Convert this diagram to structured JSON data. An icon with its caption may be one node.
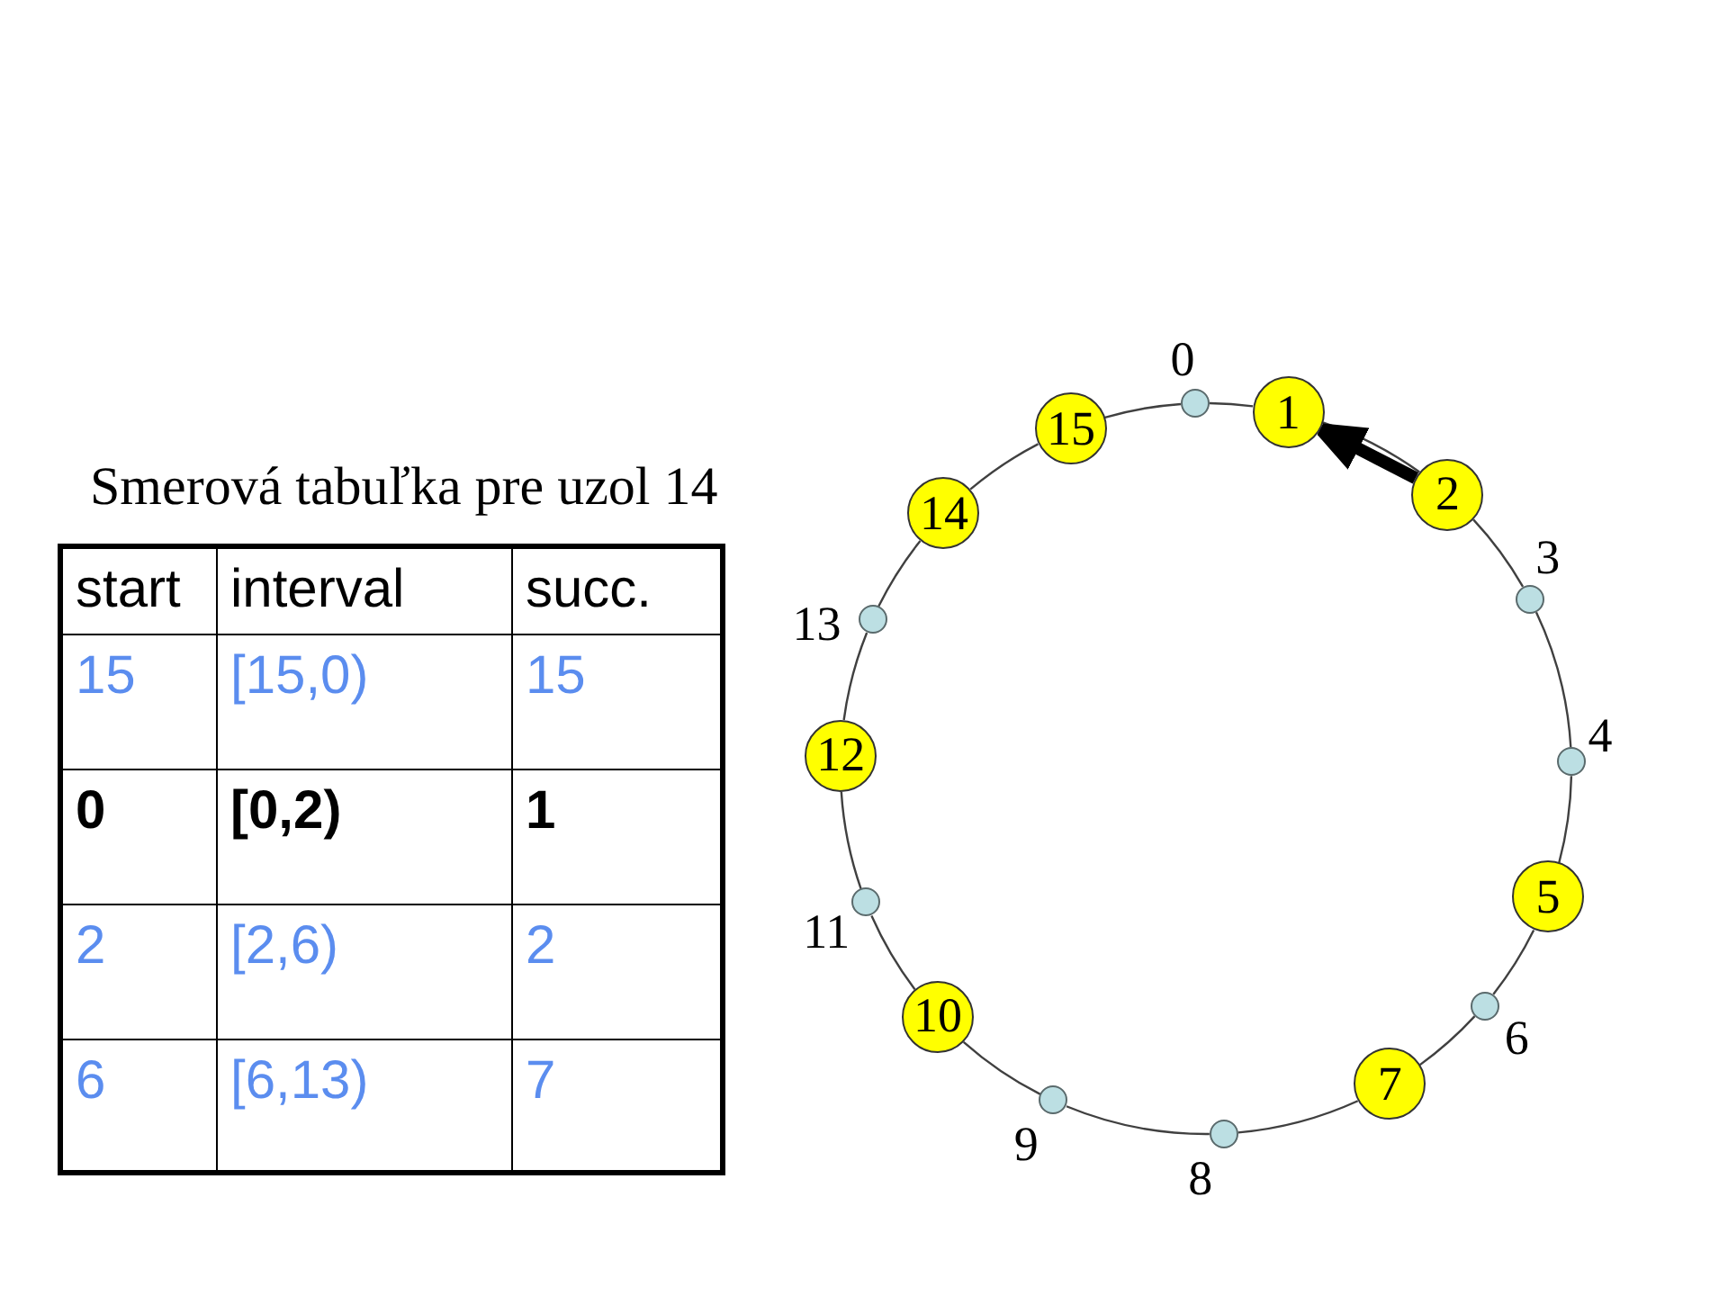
{
  "diagram": {
    "nodes": [
      {
        "text": [],
        "shape": "circle",
        "beside": [
          "0"
        ]
      },
      {
        "text": [
          "1"
        ]
      },
      {
        "text": [
          "2"
        ]
      },
      {
        "text": [],
        "shape": "circle",
        "beside": [
          "3"
        ]
      },
      {
        "text": [],
        "shape": "circle",
        "beside": [
          "4"
        ]
      },
      {
        "text": [
          "5"
        ]
      },
      {
        "text": [],
        "shape": "circle",
        "beside": [
          "6"
        ]
      },
      {
        "text": [
          "7"
        ]
      },
      {
        "text": [],
        "shape": "circle",
        "beside": [
          "8"
        ]
      },
      {
        "text": [],
        "shape": "circle",
        "beside": [
          "9"
        ]
      },
      {
        "text": [
          "10"
        ]
      },
      {
        "text": [],
        "shape": "circle",
        "beside": [
          "11"
        ]
      },
      {
        "text": [
          "12"
        ]
      },
      {
        "text": [],
        "shape": "circle",
        "beside": [
          "13"
        ]
      },
      {
        "text": [
          "14"
        ]
      },
      {
        "text": [
          "15"
        ]
      }
    ],
    "edges": [
      {
        "from": 0,
        "to": 1,
        "arrow": "none"
      },
      {
        "from": 1,
        "to": 2,
        "arrow": "none"
      },
      {
        "from": 2,
        "to": 3,
        "arrow": "none"
      },
      {
        "from": 3,
        "to": 4,
        "arrow": "none"
      },
      {
        "from": 4,
        "to": 5,
        "arrow": "none"
      },
      {
        "from": 5,
        "to": 6,
        "arrow": "none"
      },
      {
        "from": 6,
        "to": 7,
        "arrow": "none"
      },
      {
        "from": 7,
        "to": 8,
        "arrow": "none"
      },
      {
        "from": 8,
        "to": 9,
        "arrow": "none"
      },
      {
        "from": 9,
        "to": 10,
        "arrow": "none"
      },
      {
        "from": 10,
        "to": 11,
        "arrow": "none"
      },
      {
        "from": 11,
        "to": 12,
        "arrow": "none"
      },
      {
        "from": 12,
        "to": 13,
        "arrow": "none"
      },
      {
        "from": 13,
        "to": 14,
        "arrow": "none"
      },
      {
        "from": 14,
        "to": 15,
        "arrow": "none"
      },
      {
        "from": 15,
        "to": 0,
        "arrow": "none"
      },
      {
        "from": 2,
        "to": 1,
        "arrow": "to",
        "style": "thick",
        "color": "#000000"
      }
    ],
    "labels": [
      "Smerová tabuľka pre uzol 14",
      "start",
      "interval",
      "succ.",
      "15",
      "[15,0)",
      "15",
      "0",
      "[0,2)",
      "1",
      "2",
      "[2,6)",
      "2",
      "6",
      "[6,13)",
      "7"
    ]
  }
}
